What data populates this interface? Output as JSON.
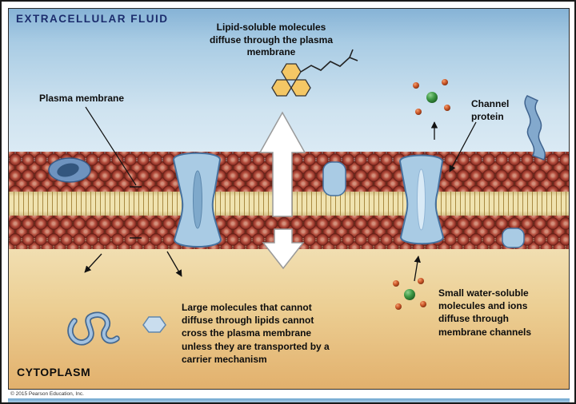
{
  "labels": {
    "extracellular_fluid": "EXTRACELLULAR FLUID",
    "cytoplasm": "CYTOPLASM",
    "plasma_membrane": "Plasma membrane",
    "channel_protein": "Channel protein",
    "lipid_soluble_note": "Lipid-soluble molecules diffuse through the plasma membrane",
    "large_molecules_note": "Large molecules that cannot diffuse through lipids cannot cross the plasma membrane unless they are transported by a carrier mechanism",
    "small_water_soluble_note": "Small water-soluble molecules and ions diffuse through membrane channels",
    "copyright": "© 2015 Pearson Education, Inc."
  },
  "colors": {
    "extracellular_blue": "#a9cce4",
    "cytoplasm_tan": "#e8bd77",
    "membrane_head_red": "#a23c30",
    "membrane_tail_tan": "#e9d8a4",
    "protein_blue": "#a9cbe4",
    "title_navy": "#1c2d6d",
    "ion_green": "#3f9a46",
    "ion_orange": "#cf5a2b",
    "lipid_yellow": "#f4c765",
    "arrow_white": "#ffffff"
  },
  "shapes": {
    "up_block_arrow": "white block arrow, diffusion out through membrane",
    "down_block_arrow": "white block arrow, diffusion into cytoplasm",
    "phospholipid_bilayer": "two rows of red heads with tan tails",
    "channel_proteins": "blue hourglass proteins embedded in membrane",
    "water_ion_cluster": "green sphere with small orange spheres",
    "lipid_molecule": "yellow fused hexagons with zigzag chain",
    "large_protein_squiggle": "blue ribbon squiggle in cytoplasm"
  }
}
